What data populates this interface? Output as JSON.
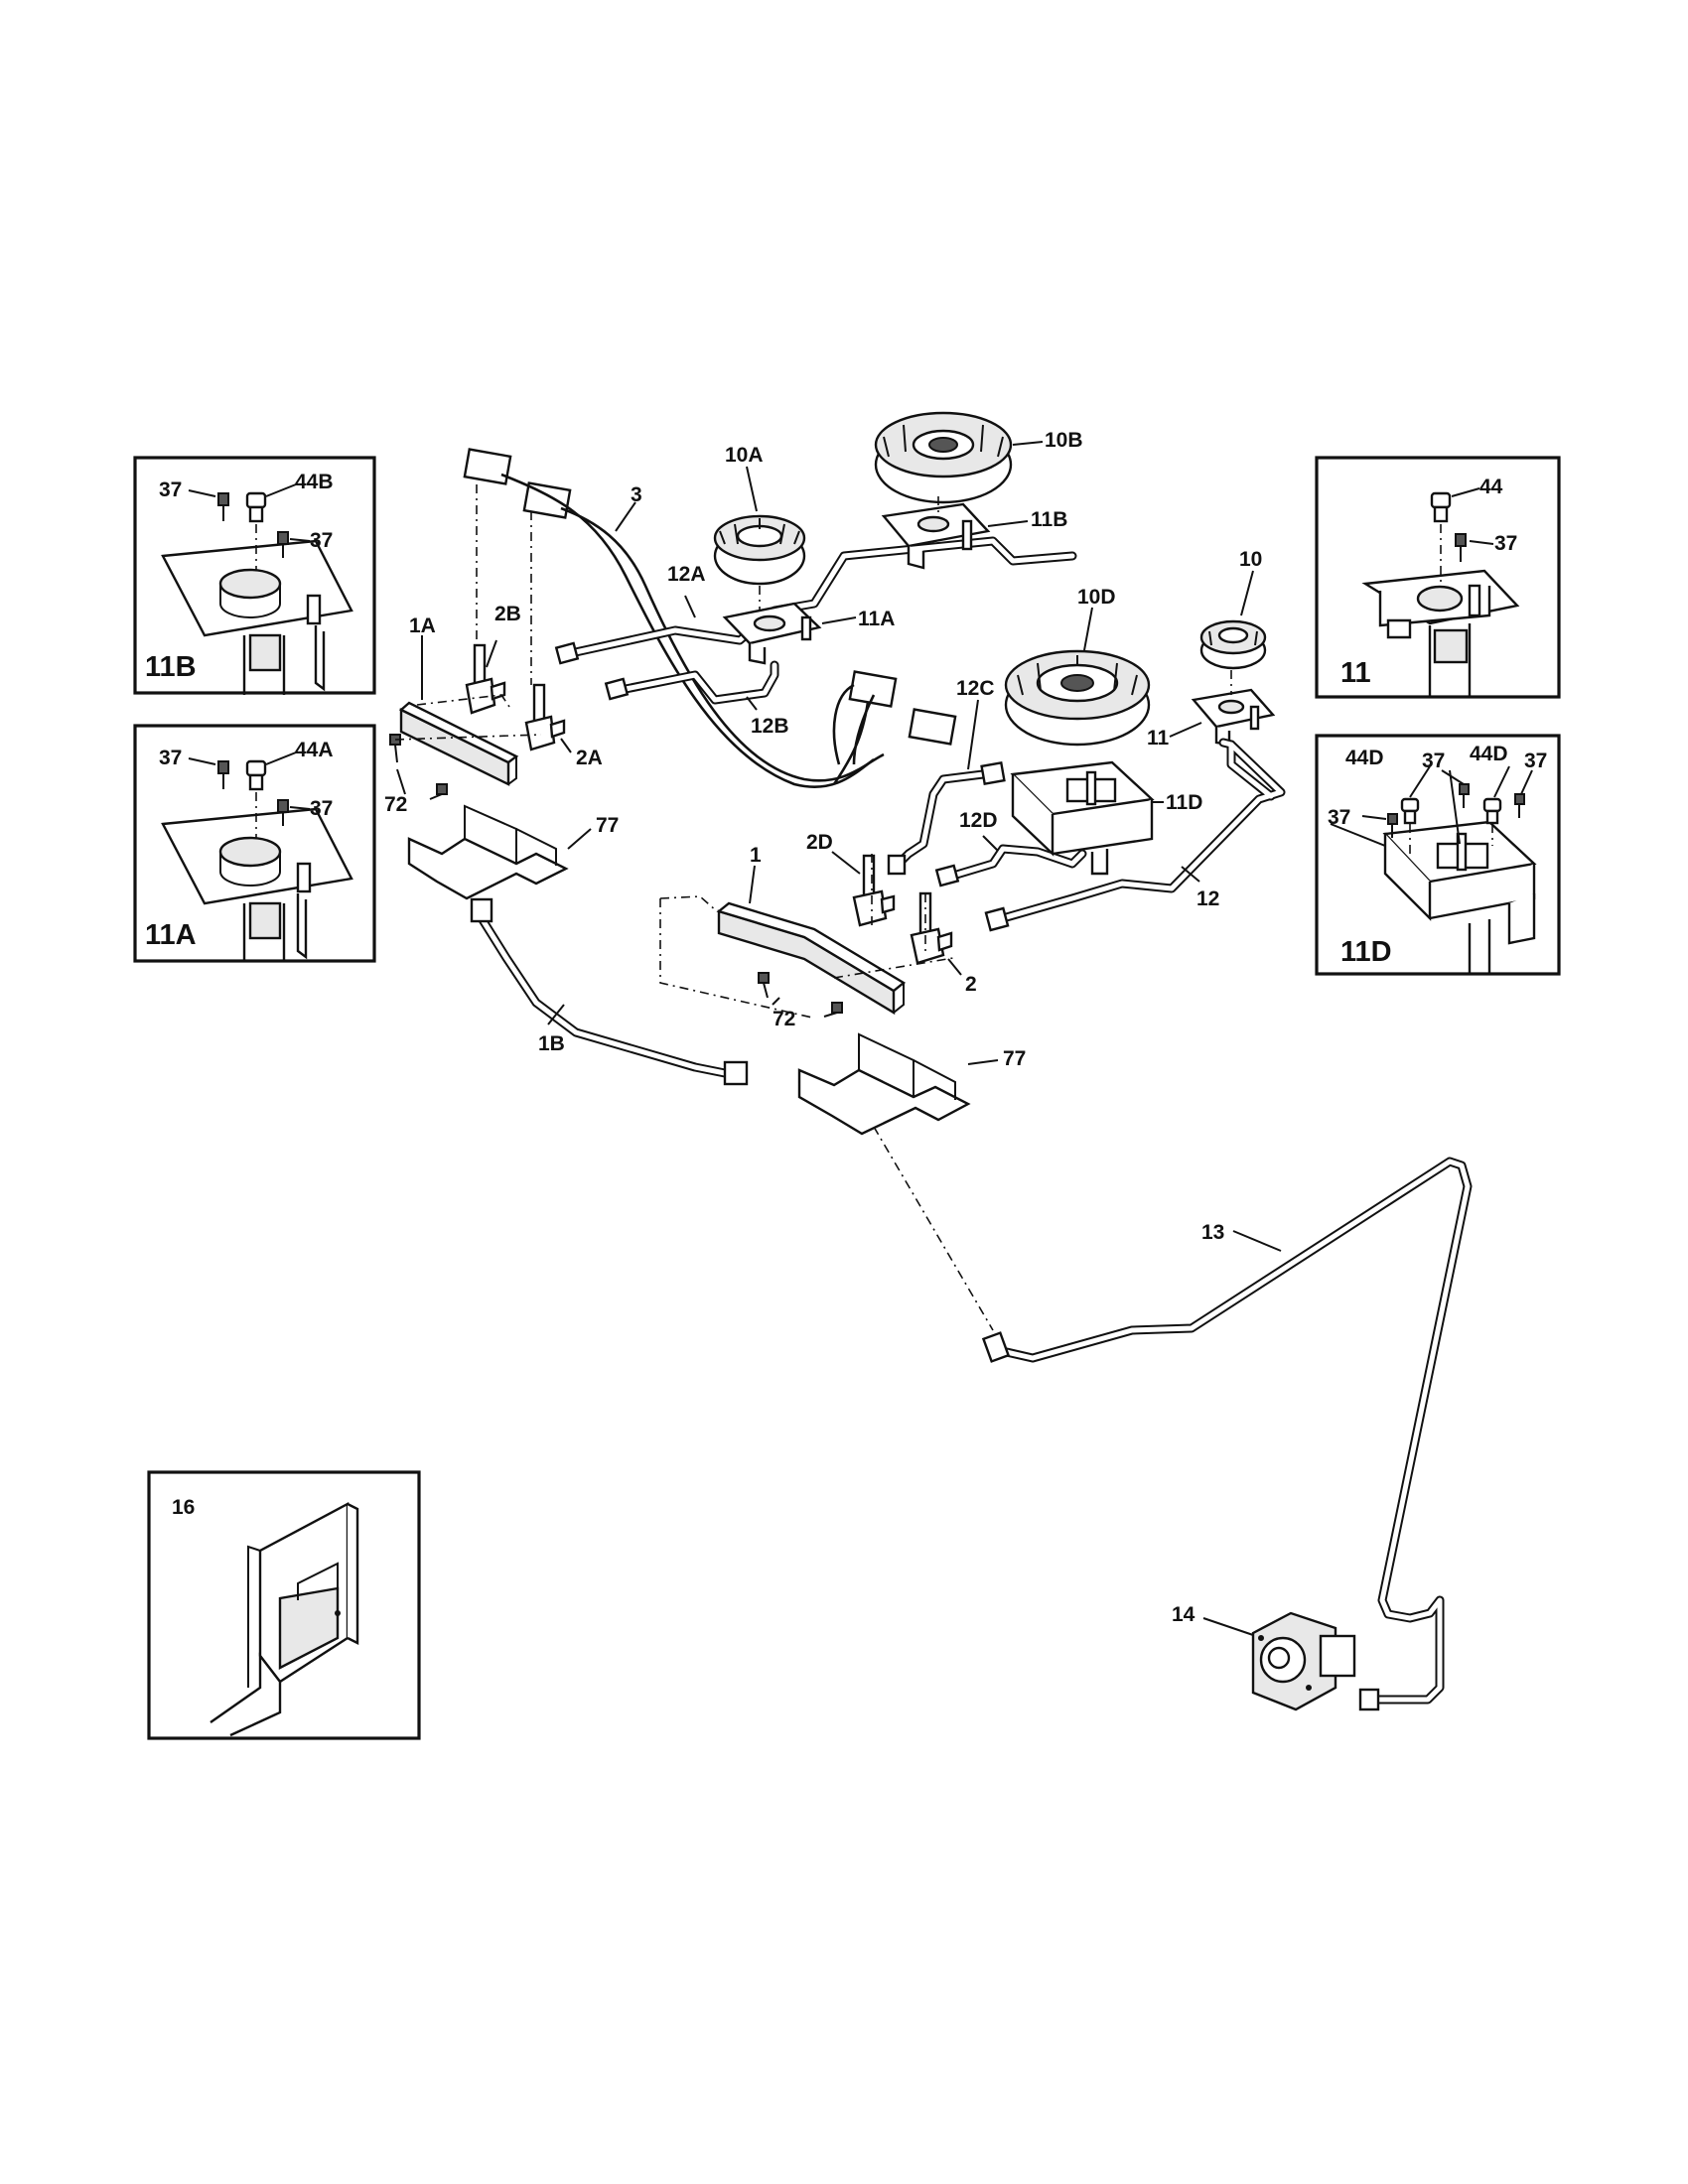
{
  "parts": {
    "l_1": "1",
    "l_1A": "1A",
    "l_1B": "1B",
    "l_2": "2",
    "l_2A": "2A",
    "l_2B": "2B",
    "l_2D": "2D",
    "l_3": "3",
    "l_10": "10",
    "l_10A": "10A",
    "l_10B": "10B",
    "l_10D": "10D",
    "l_11": "11",
    "l_11A": "11A",
    "l_11B": "11B",
    "l_11D": "11D",
    "l_12": "12",
    "l_12A": "12A",
    "l_12B": "12B",
    "l_12C": "12C",
    "l_12D": "12D",
    "l_13": "13",
    "l_14": "14",
    "l_72a": "72",
    "l_72b": "72",
    "l_77a": "77",
    "l_77b": "77"
  },
  "insets": {
    "b11B": {
      "title": "11B",
      "screw1": "37",
      "cap": "44B",
      "screw2": "37"
    },
    "b11A": {
      "title": "11A",
      "screw1": "37",
      "cap": "44A",
      "screw2": "37"
    },
    "b11": {
      "title": "11",
      "cap": "44",
      "screw": "37"
    },
    "b11D": {
      "title": "11D",
      "cap1": "44D",
      "screw1": "37",
      "cap2": "44D",
      "screw2": "37",
      "screw3": "37"
    },
    "b16": {
      "title": "16"
    }
  }
}
